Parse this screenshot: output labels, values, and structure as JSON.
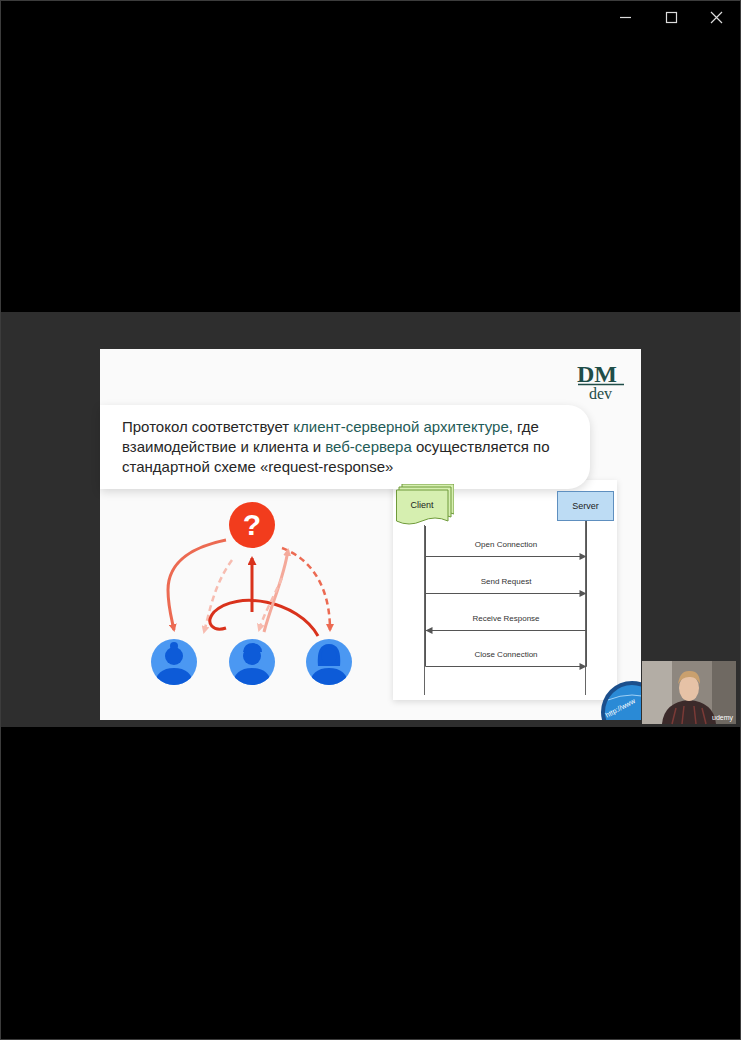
{
  "diagram": {
    "nodes": [
      {
        "text": [
          "Протокол соответствует",
          "клиент-серверной архитектуре",
          ", где взаимодействие и клиента и",
          "веб-сервера",
          "осуществляется по стандартной схеме «request-response»"
        ]
      },
      {
        "text": [
          "?"
        ]
      },
      {
        "text": [
          "Client"
        ]
      },
      {
        "text": [
          "Server"
        ]
      }
    ],
    "edges": [
      {
        "from": 2,
        "to": 3,
        "label": "Open Connection",
        "arrow": "to"
      },
      {
        "from": 2,
        "to": 3,
        "label": "Send Request",
        "arrow": "to"
      },
      {
        "from": 3,
        "to": 2,
        "label": "Receive Response",
        "arrow": "to"
      },
      {
        "from": 2,
        "to": 3,
        "label": "Close Connection",
        "arrow": "to"
      }
    ],
    "labels": [
      "DM",
      "dev",
      "http://www",
      "udemy"
    ]
  }
}
